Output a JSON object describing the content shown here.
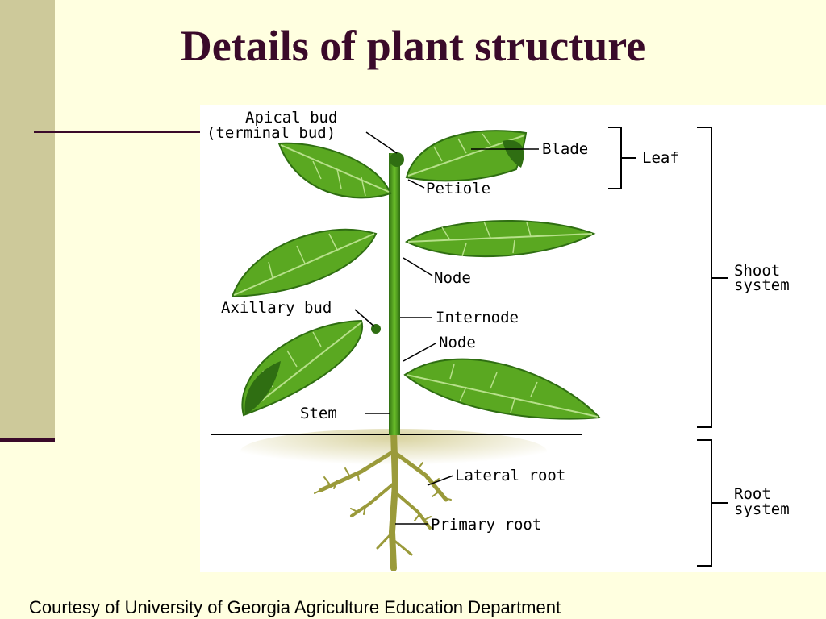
{
  "slide": {
    "title": "Details of plant structure",
    "credit": "Courtesy of University of Georgia Agriculture Education Department"
  },
  "diagram": {
    "labels": {
      "apical_bud_line1": "Apical bud",
      "apical_bud_line2": "(terminal bud)",
      "blade": "Blade",
      "leaf": "Leaf",
      "petiole": "Petiole",
      "node_upper": "Node",
      "axillary_bud": "Axillary bud",
      "internode": "Internode",
      "node_lower": "Node",
      "stem": "Stem",
      "lateral_root": "Lateral root",
      "primary_root": "Primary root",
      "shoot_system_line1": "Shoot",
      "shoot_system_line2": "system",
      "root_system_line1": "Root",
      "root_system_line2": "system"
    }
  },
  "colors": {
    "title": "#3a0a2a",
    "background": "#ffffe0",
    "sidebar": "#cdc99a",
    "leaf_fill": "#5aa821",
    "leaf_dark": "#2f6e12",
    "leaf_vein": "#b7e08a",
    "root": "#9a9a3a",
    "soil": "#e8e2b0"
  }
}
